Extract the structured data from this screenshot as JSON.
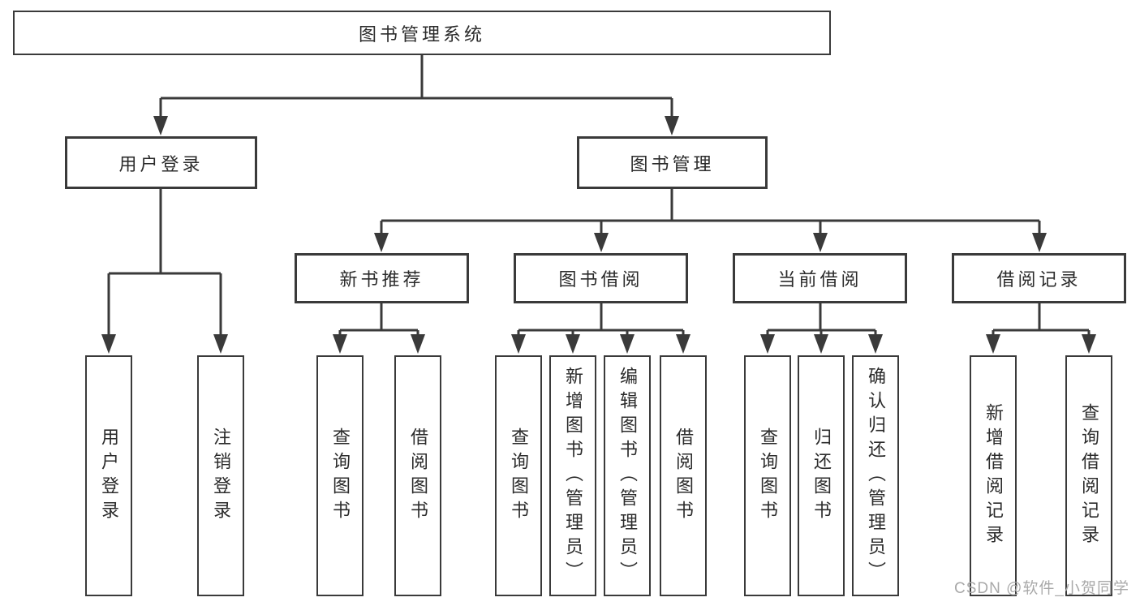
{
  "watermark": "CSDN @软件_小贺同学",
  "colors": {
    "line": "#3a3a3a",
    "text": "#2b2b2b",
    "watermark": "#a9a9a9",
    "box_background": "#ffffff"
  },
  "tree": {
    "label": "图书管理系统",
    "children": [
      {
        "label": "用户登录",
        "children": [
          {
            "label": "用户登录"
          },
          {
            "label": "注销登录"
          }
        ]
      },
      {
        "label": "图书管理",
        "children": [
          {
            "label": "新书推荐",
            "children": [
              {
                "label": "查询图书"
              },
              {
                "label": "借阅图书"
              }
            ]
          },
          {
            "label": "图书借阅",
            "children": [
              {
                "label": "查询图书"
              },
              {
                "label": "新增图书（管理员）"
              },
              {
                "label": "编辑图书（管理员）"
              },
              {
                "label": "借阅图书"
              }
            ]
          },
          {
            "label": "当前借阅",
            "children": [
              {
                "label": "查询图书"
              },
              {
                "label": "归还图书"
              },
              {
                "label": "确认归还（管理员）"
              }
            ]
          },
          {
            "label": "借阅记录",
            "children": [
              {
                "label": "新增借阅记录"
              },
              {
                "label": "查询借阅记录"
              }
            ]
          }
        ]
      }
    ]
  }
}
